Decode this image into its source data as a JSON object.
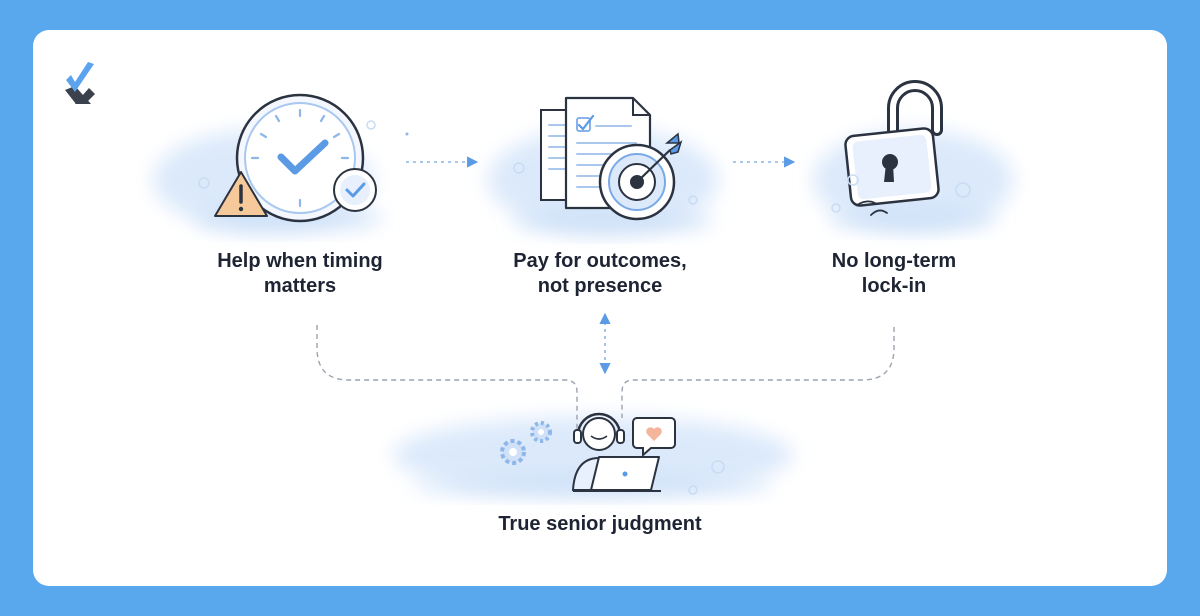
{
  "nodes": [
    {
      "id": "timing",
      "label_line1": "Help when timing",
      "label_line2": "matters",
      "icon": "clock-warning-icon"
    },
    {
      "id": "outcomes",
      "label_line1": "Pay for outcomes,",
      "label_line2": "not presence",
      "icon": "document-target-icon"
    },
    {
      "id": "lockin",
      "label_line1": "No long-term",
      "label_line2": "lock-in",
      "icon": "unlocked-padlock-icon"
    },
    {
      "id": "judgment",
      "label_line1": "True senior judgment",
      "icon": "consultant-headset-laptop-icon"
    }
  ],
  "edges": [
    {
      "from": "timing",
      "to": "outcomes",
      "style": "dotted-arrow"
    },
    {
      "from": "outcomes",
      "to": "lockin",
      "style": "dotted-arrow"
    },
    {
      "from": "outcomes",
      "to": "judgment",
      "style": "dotted-double-arrow"
    },
    {
      "from": "timing",
      "to": "judgment",
      "style": "dashed-connector"
    },
    {
      "from": "lockin",
      "to": "judgment",
      "style": "dashed-connector"
    }
  ],
  "colors": {
    "background": "#59a8ee",
    "card": "#ffffff",
    "accent": "#5b9be6",
    "line": "#2b3240",
    "warning": "#f6c99a",
    "heart": "#f5b59a"
  },
  "logo": {
    "icon": "checkmark-x-logo-icon"
  }
}
